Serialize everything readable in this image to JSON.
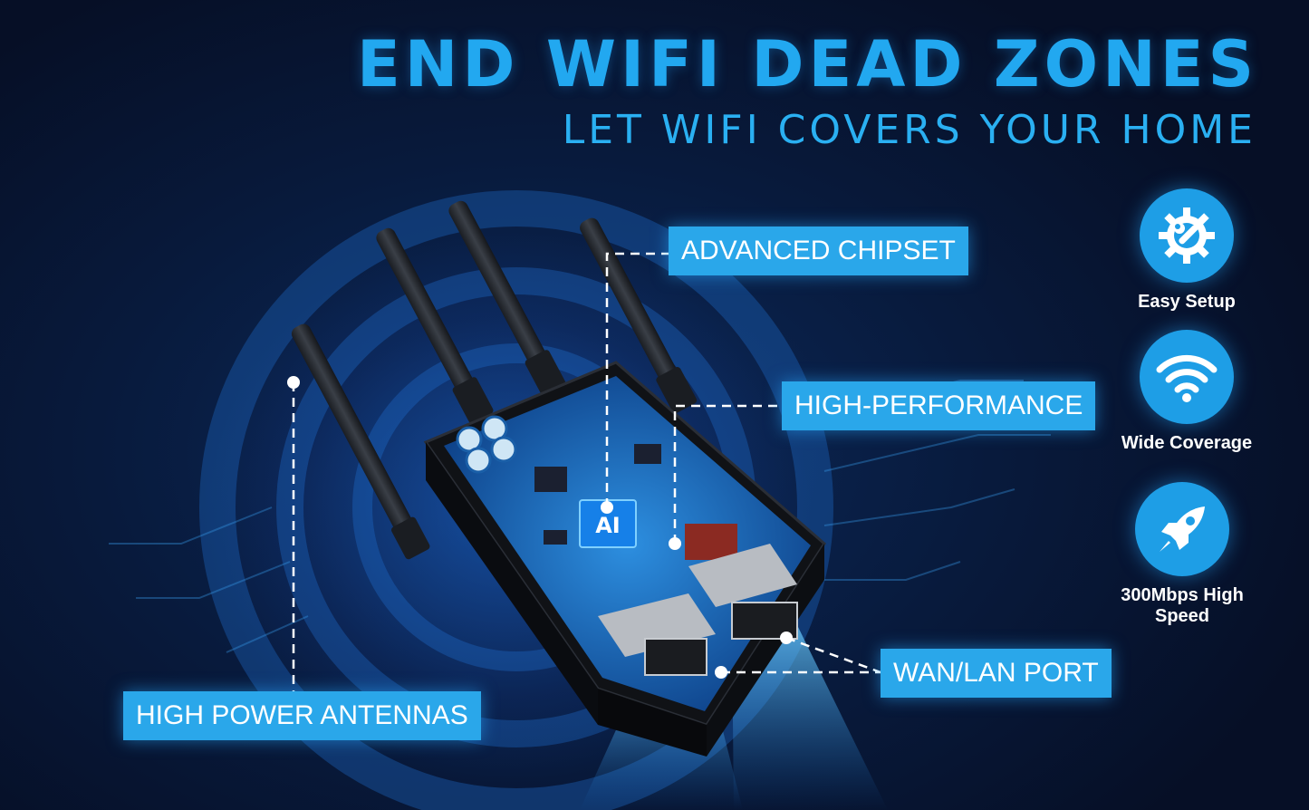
{
  "headline": "END WIFI DEAD ZONES",
  "subheadline": "LET WIFI COVERS YOUR HOME",
  "callouts": {
    "chipset": "ADVANCED CHIPSET",
    "performance": "HIGH-PERFORMANCE",
    "ports": "WAN/LAN PORT",
    "antennas": "HIGH POWER ANTENNAS"
  },
  "chip_text": "AI",
  "features": [
    {
      "label": "Easy Setup",
      "icon": "gear-wrench-icon"
    },
    {
      "label": "Wide Coverage",
      "icon": "wifi-icon"
    },
    {
      "label": "300Mbps High Speed",
      "icon": "rocket-icon"
    }
  ],
  "colors": {
    "accent": "#2aa7ea",
    "headline": "#22a8f0",
    "background": "#081a3c"
  }
}
